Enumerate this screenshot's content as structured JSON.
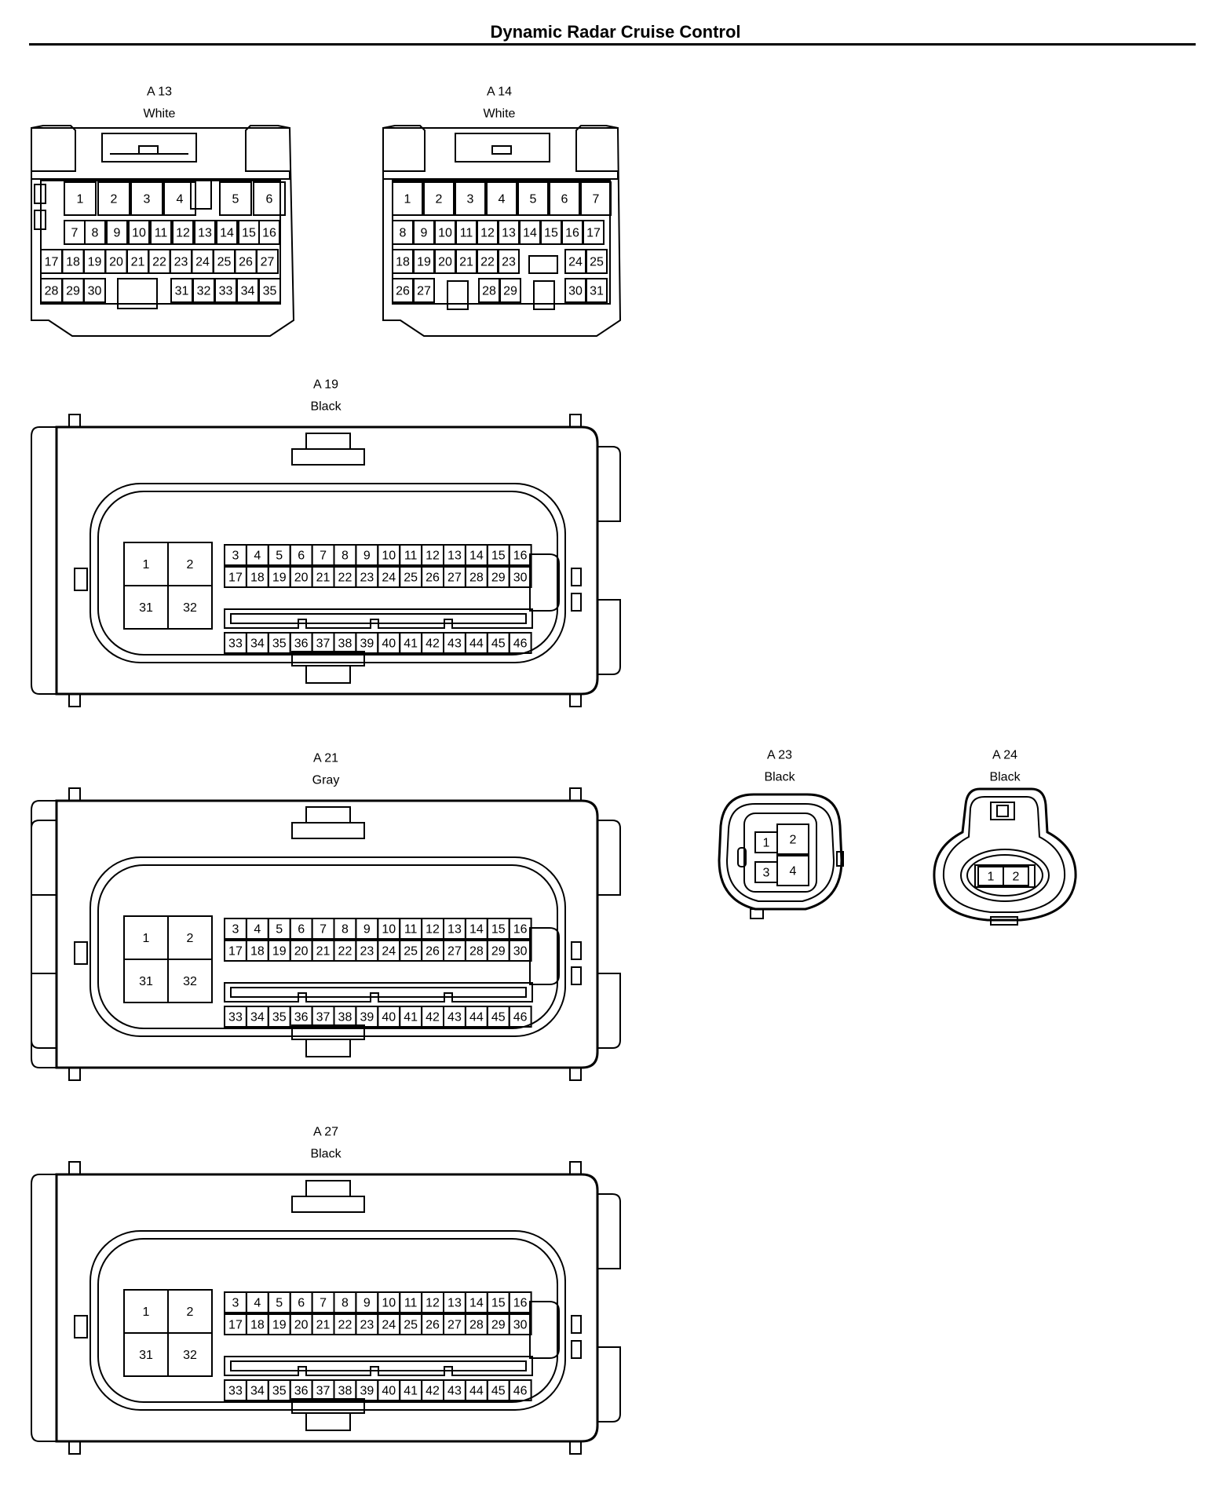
{
  "page": {
    "title": "Dynamic Radar Cruise Control"
  },
  "connectors": [
    {
      "id": "A 13",
      "color": "White",
      "pins": [
        "1",
        "2",
        "3",
        "4",
        "5",
        "6",
        "7",
        "8",
        "9",
        "10",
        "11",
        "12",
        "13",
        "14",
        "15",
        "16",
        "17",
        "18",
        "19",
        "20",
        "21",
        "22",
        "23",
        "24",
        "25",
        "26",
        "27",
        "28",
        "29",
        "30",
        "31",
        "32",
        "33",
        "34",
        "35"
      ]
    },
    {
      "id": "A 14",
      "color": "White",
      "pins": [
        "1",
        "2",
        "3",
        "4",
        "5",
        "6",
        "7",
        "8",
        "9",
        "10",
        "11",
        "12",
        "13",
        "14",
        "15",
        "16",
        "17",
        "18",
        "19",
        "20",
        "21",
        "22",
        "23",
        "24",
        "25",
        "26",
        "27",
        "28",
        "29",
        "30",
        "31"
      ]
    },
    {
      "id": "A 19",
      "color": "Black",
      "pins": [
        "1",
        "2",
        "31",
        "32",
        "3",
        "4",
        "5",
        "6",
        "7",
        "8",
        "9",
        "10",
        "11",
        "12",
        "13",
        "14",
        "15",
        "16",
        "17",
        "18",
        "19",
        "20",
        "21",
        "22",
        "23",
        "24",
        "25",
        "26",
        "27",
        "28",
        "29",
        "30",
        "33",
        "34",
        "35",
        "36",
        "37",
        "38",
        "39",
        "40",
        "41",
        "42",
        "43",
        "44",
        "45",
        "46"
      ]
    },
    {
      "id": "A 21",
      "color": "Gray",
      "pins": [
        "1",
        "2",
        "31",
        "32",
        "3",
        "4",
        "5",
        "6",
        "7",
        "8",
        "9",
        "10",
        "11",
        "12",
        "13",
        "14",
        "15",
        "16",
        "17",
        "18",
        "19",
        "20",
        "21",
        "22",
        "23",
        "24",
        "25",
        "26",
        "27",
        "28",
        "29",
        "30",
        "33",
        "34",
        "35",
        "36",
        "37",
        "38",
        "39",
        "40",
        "41",
        "42",
        "43",
        "44",
        "45",
        "46"
      ]
    },
    {
      "id": "A 23",
      "color": "Black",
      "pins": [
        "1",
        "2",
        "3",
        "4"
      ]
    },
    {
      "id": "A 24",
      "color": "Black",
      "pins": [
        "1",
        "2"
      ]
    },
    {
      "id": "A 27",
      "color": "Black",
      "pins": [
        "1",
        "2",
        "31",
        "32",
        "3",
        "4",
        "5",
        "6",
        "7",
        "8",
        "9",
        "10",
        "11",
        "12",
        "13",
        "14",
        "15",
        "16",
        "17",
        "18",
        "19",
        "20",
        "21",
        "22",
        "23",
        "24",
        "25",
        "26",
        "27",
        "28",
        "29",
        "30",
        "33",
        "34",
        "35",
        "36",
        "37",
        "38",
        "39",
        "40",
        "41",
        "42",
        "43",
        "44",
        "45",
        "46"
      ]
    }
  ]
}
